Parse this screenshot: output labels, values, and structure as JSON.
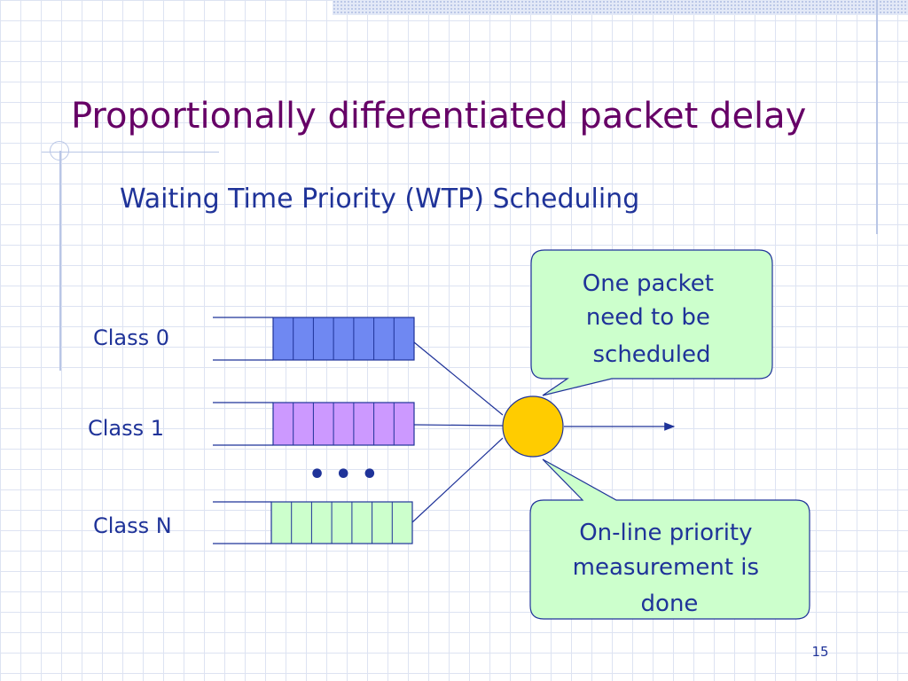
{
  "slide": {
    "title": "Proportionally differentiated packet delay",
    "subtitle": "Waiting Time Priority (WTP) Scheduling",
    "page_number": "15"
  },
  "diagram": {
    "ellipsis": "• • •",
    "queues": [
      {
        "label": "Class 0",
        "fill": "#6f88f2"
      },
      {
        "label": "Class 1",
        "fill": "#cc99ff"
      },
      {
        "label": "Class N",
        "fill": "#ccffcc"
      }
    ],
    "scheduler_fill": "#ffcc00",
    "callouts": {
      "top": {
        "lines": [
          "One packet",
          "need to be",
          "scheduled"
        ],
        "fill": "#ccffcc"
      },
      "bottom": {
        "lines": [
          "On-line priority",
          "measurement is",
          "done"
        ],
        "fill": "#ccffcc"
      }
    }
  }
}
